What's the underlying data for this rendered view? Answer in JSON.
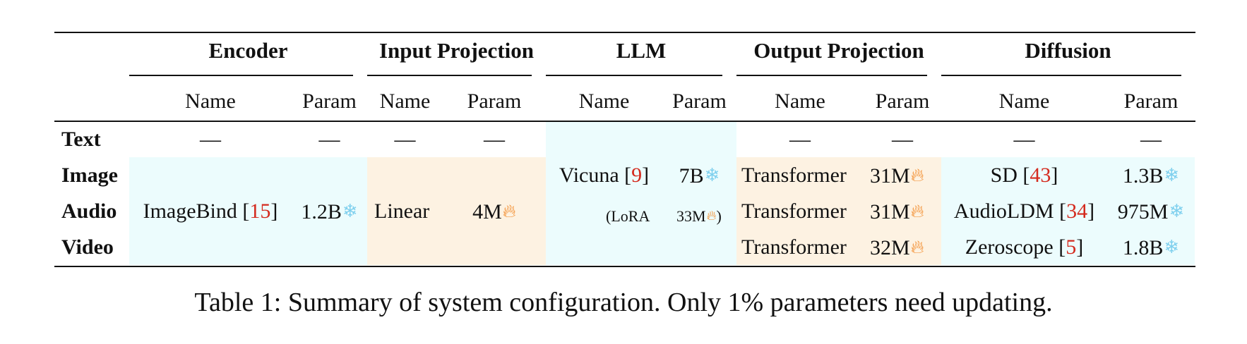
{
  "table": {
    "groups": [
      "Encoder",
      "Input Projection",
      "LLM",
      "Output Projection",
      "Diffusion"
    ],
    "subheaders": {
      "name": "Name",
      "param": "Param"
    },
    "dash": "—",
    "rows": {
      "text": "Text",
      "image": "Image",
      "audio": "Audio",
      "video": "Video"
    },
    "encoder": {
      "name": "ImageBind",
      "ref": "15",
      "param": "1.2B"
    },
    "input_projection": {
      "name": "Linear",
      "param": "4M"
    },
    "llm": {
      "name": "Vicuna",
      "ref": "9",
      "param": "7B",
      "lora_open": "(LoRA",
      "lora_param": "33M",
      "lora_close": ")"
    },
    "output_projection": {
      "image": {
        "name": "Transformer",
        "param": "31M"
      },
      "audio": {
        "name": "Transformer",
        "param": "31M"
      },
      "video": {
        "name": "Transformer",
        "param": "32M"
      }
    },
    "diffusion": {
      "image": {
        "name": "SD",
        "ref": "43",
        "param": "1.3B"
      },
      "audio": {
        "name": "AudioLDM",
        "ref": "34",
        "param": "975M"
      },
      "video": {
        "name": "Zeroscope",
        "ref": "5",
        "param": "1.8B"
      }
    },
    "icons": {
      "frozen": "snowflake-icon",
      "trainable": "fire-icon"
    },
    "colors": {
      "frozen_bg": "#ecfcfd",
      "trainable_bg": "#fdf2e2",
      "ref": "#d42a1e"
    }
  },
  "caption": "Table 1: Summary of system configuration. Only 1% parameters need updating."
}
